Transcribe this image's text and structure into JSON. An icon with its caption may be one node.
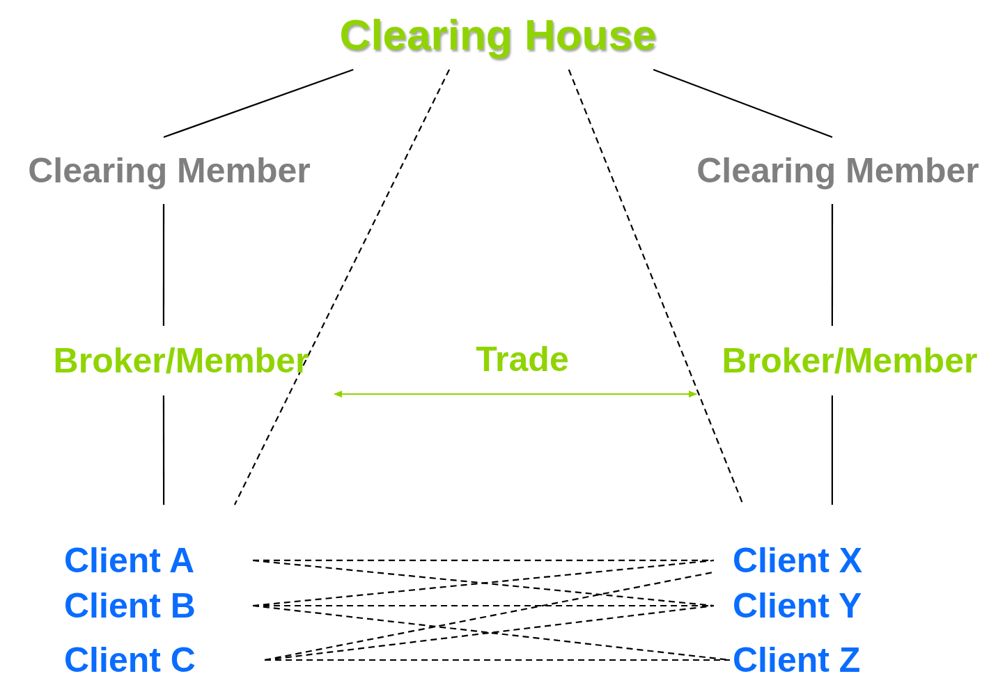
{
  "diagram": {
    "nodes": [
      {
        "text": [
          "Clearing House"
        ]
      },
      {
        "text": [
          "Clearing Member"
        ]
      },
      {
        "text": [
          "Clearing Member"
        ]
      },
      {
        "text": [
          "Broker/Member"
        ]
      },
      {
        "text": [
          "Broker/Member"
        ]
      },
      {
        "text": [
          "Client A"
        ]
      },
      {
        "text": [
          "Client B"
        ]
      },
      {
        "text": [
          "Client C"
        ]
      },
      {
        "text": [
          "Client X"
        ]
      },
      {
        "text": [
          "Client Y"
        ]
      },
      {
        "text": [
          "Client Z"
        ]
      }
    ],
    "edges": [
      {
        "from": 0,
        "to": 1,
        "arrow": "none"
      },
      {
        "from": 0,
        "to": 2,
        "arrow": "none"
      },
      {
        "from": 1,
        "to": 3,
        "arrow": "none"
      },
      {
        "from": 2,
        "to": 4,
        "arrow": "none"
      },
      {
        "from": 3,
        "to": 4,
        "arrow": "both",
        "label": "Trade",
        "color": "#8fd400"
      },
      {
        "from": 3,
        "to": 5,
        "arrow": "none"
      },
      {
        "from": 4,
        "to": 8,
        "arrow": "none"
      },
      {
        "from": 0,
        "to": 5,
        "arrow": "none",
        "style": "dashed"
      },
      {
        "from": 0,
        "to": 8,
        "arrow": "none",
        "style": "dashed"
      },
      {
        "from": 5,
        "to": 8,
        "arrow": "none",
        "style": "dashed"
      },
      {
        "from": 5,
        "to": 9,
        "arrow": "none",
        "style": "dashed"
      },
      {
        "from": 6,
        "to": 8,
        "arrow": "none",
        "style": "dashed"
      },
      {
        "from": 6,
        "to": 9,
        "arrow": "none",
        "style": "dashed"
      },
      {
        "from": 6,
        "to": 10,
        "arrow": "none",
        "style": "dashed"
      },
      {
        "from": 7,
        "to": 8,
        "arrow": "none",
        "style": "dashed"
      },
      {
        "from": 7,
        "to": 9,
        "arrow": "none",
        "style": "dashed"
      },
      {
        "from": 7,
        "to": 10,
        "arrow": "none",
        "style": "dashed"
      }
    ]
  }
}
